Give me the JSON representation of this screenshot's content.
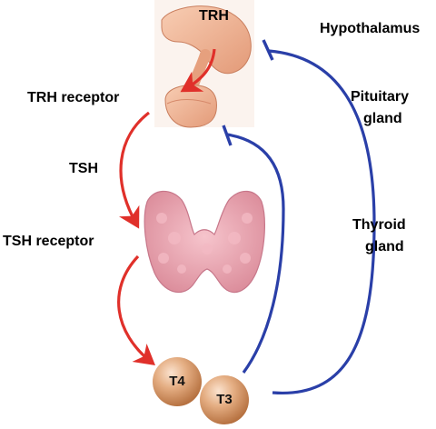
{
  "hormones": {
    "trh": "TRH",
    "t4": "T4",
    "t3": "T3"
  },
  "organs": {
    "hypothalamus": "Hypothalamus",
    "pituitary_line1": "Pituitary",
    "pituitary_line2": "gland",
    "thyroid_line1": "Thyroid",
    "thyroid_line2": "gland"
  },
  "pathway": {
    "trh_receptor": "TRH receptor",
    "tsh": "TSH",
    "tsh_receptor": "TSH receptor"
  },
  "colors": {
    "stimulation_arrow": "#e0302a",
    "inhibition_line": "#2a3fa8",
    "hormone_circle": "#d79a6c",
    "thyroid_tissue": "#e9a8b4",
    "hypothalamus_tissue": "#efb394"
  }
}
